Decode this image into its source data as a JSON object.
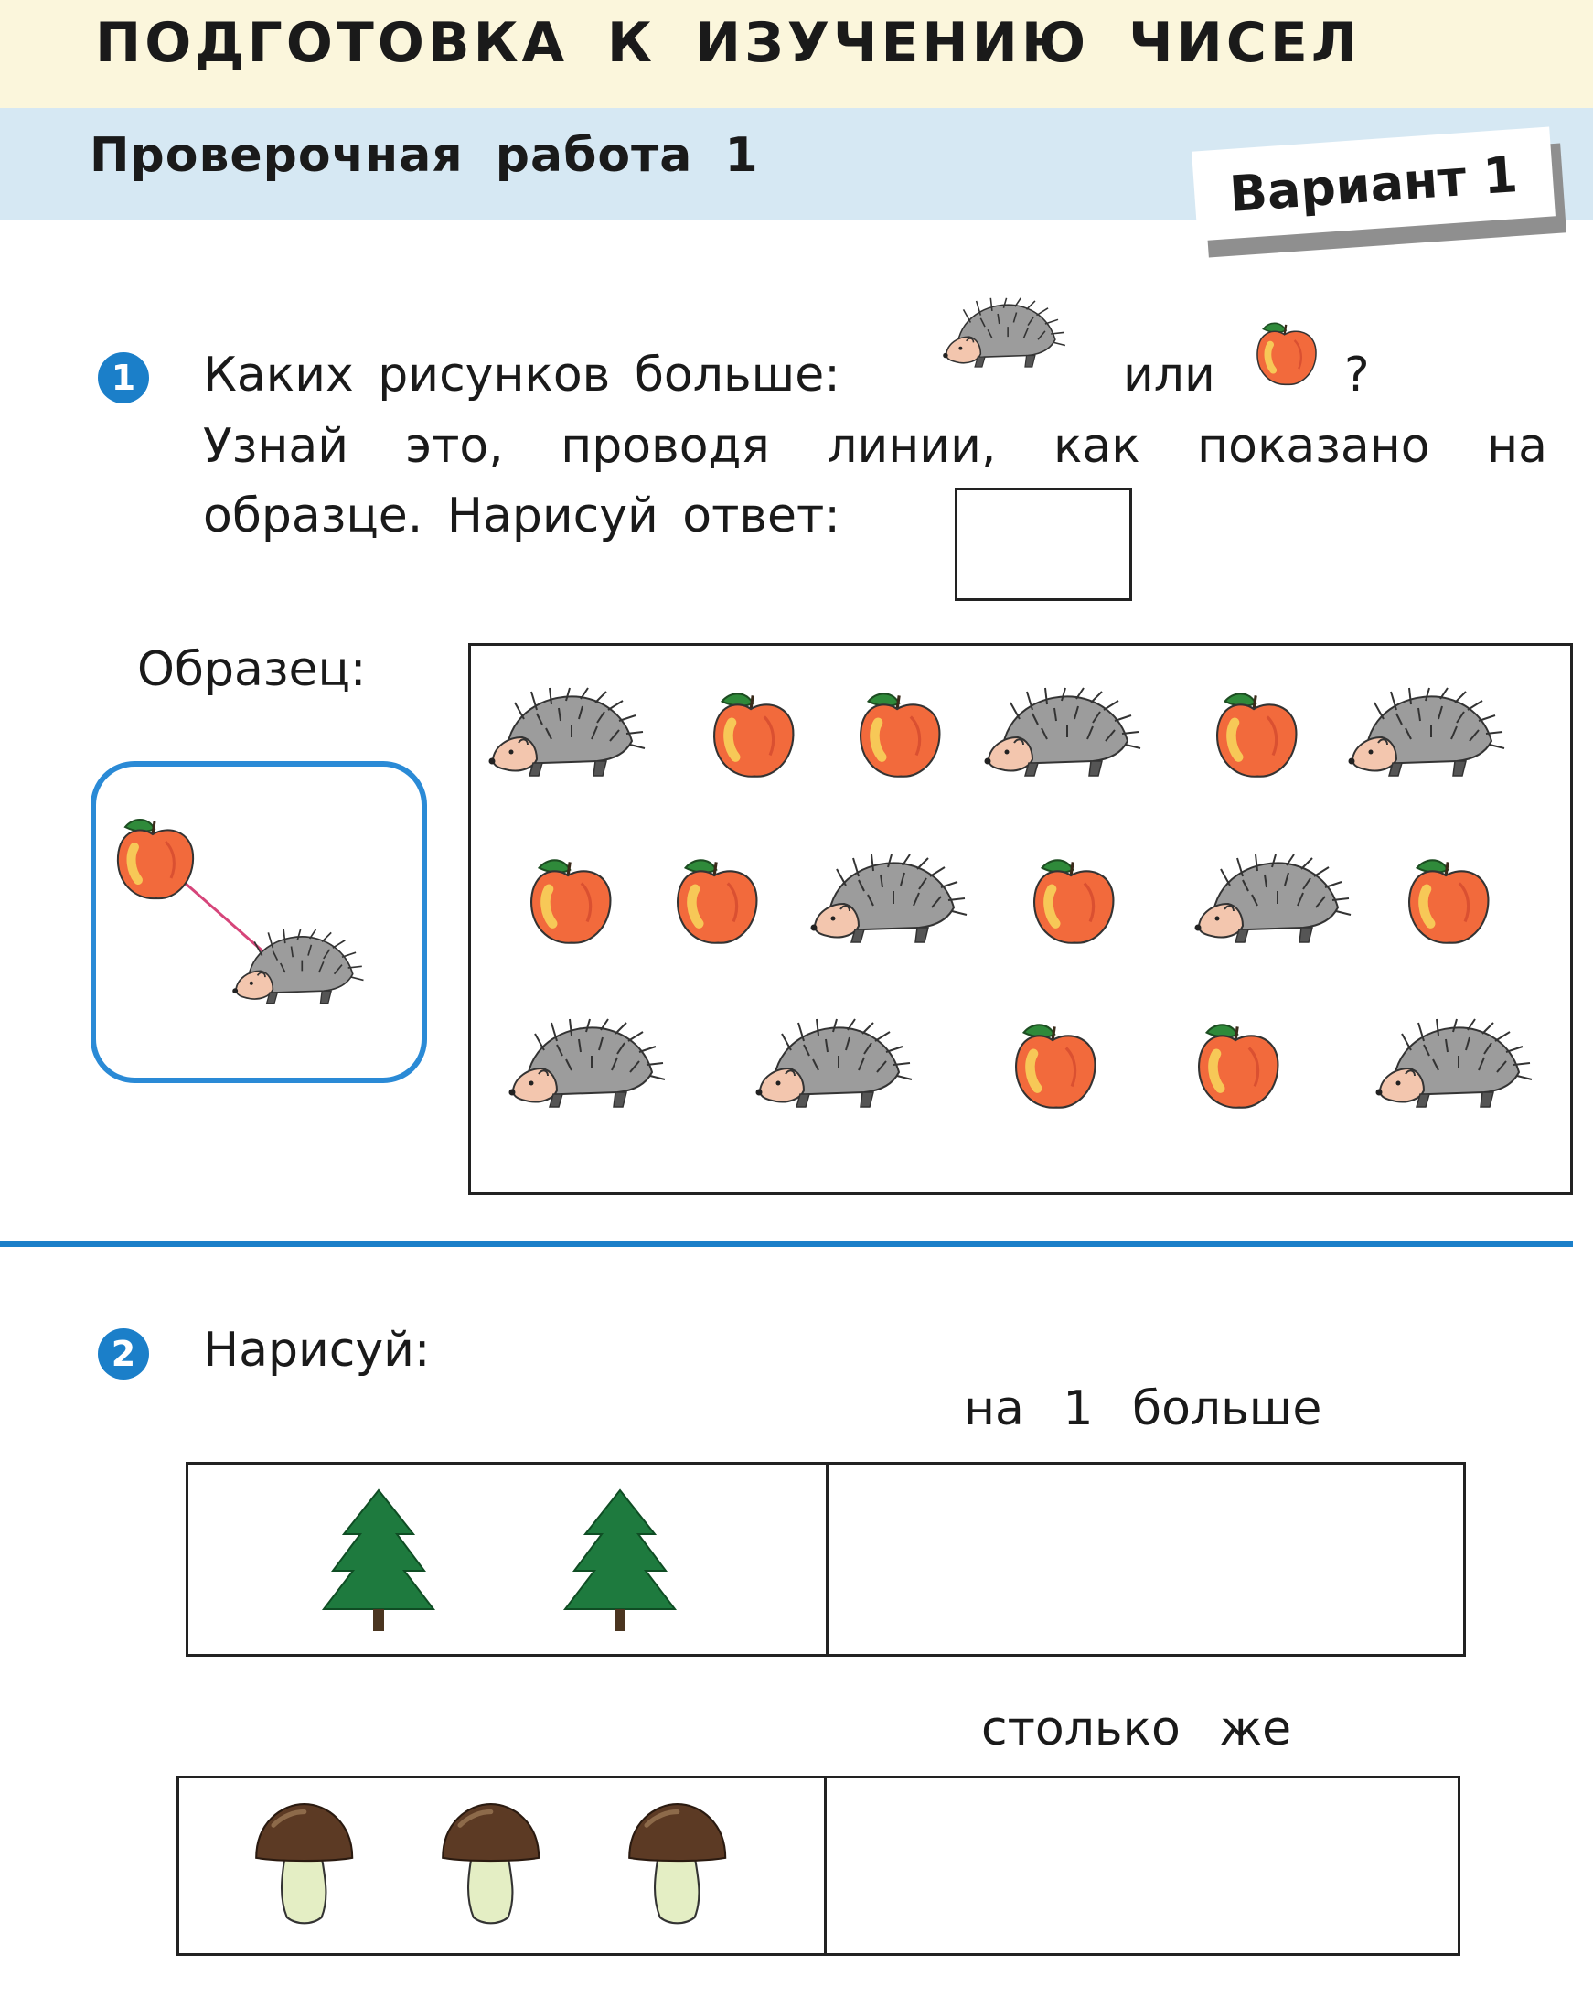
{
  "header": {
    "title": "ПОДГОТОВКА К ИЗУЧЕНИЮ ЧИСЕЛ",
    "subtitle": "Проверочная работа 1",
    "variant": "Вариант 1"
  },
  "colors": {
    "accent_blue": "#1b7fc9",
    "header_yellow": "#fbf6dc",
    "header_blue": "#d6e8f3"
  },
  "task1": {
    "number": "1",
    "line1": "Каких рисунков больше:",
    "or_word": "или",
    "question_mark": "?",
    "line2": "Узнай это, проводя линии, как показано на",
    "line3": "образце. Нарисуй ответ:",
    "sample_label": "Образец:",
    "grid": [
      [
        "hedgehog-icon",
        "apple-icon",
        "apple-icon",
        "hedgehog-icon",
        "apple-icon",
        "hedgehog-icon"
      ],
      [
        "apple-icon",
        "apple-icon",
        "hedgehog-icon",
        "apple-icon",
        "hedgehog-icon",
        "apple-icon"
      ],
      [
        "hedgehog-icon",
        "hedgehog-icon",
        "apple-icon",
        "apple-icon",
        "hedgehog-icon"
      ]
    ]
  },
  "task2": {
    "number": "2",
    "instruction": "Нарисуй:",
    "more_label": "на 1 больше",
    "same_label": "столько же",
    "trees_count": 2,
    "mushrooms_count": 3
  }
}
